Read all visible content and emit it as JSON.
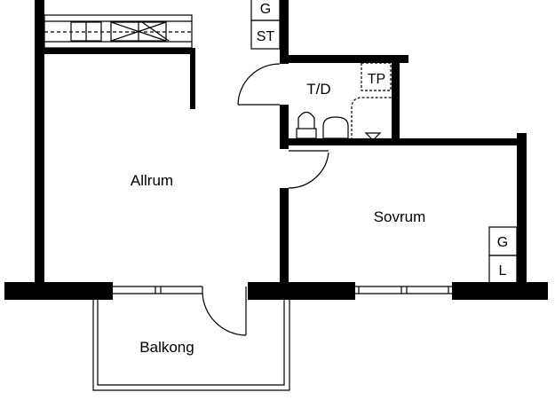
{
  "rooms": {
    "allrum": "Allrum",
    "sovrum": "Sovrum",
    "td": "T/D",
    "balkong": "Balkong"
  },
  "fixtures": {
    "hall_g": "G",
    "hall_st": "ST",
    "tp": "TP",
    "bed_g": "G",
    "bed_l": "L"
  },
  "colors": {
    "wall": "#000000",
    "background": "#ffffff"
  }
}
